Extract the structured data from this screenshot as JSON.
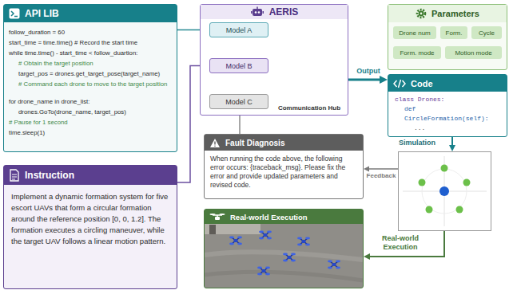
{
  "diagram": {
    "nodes": [
      {
        "text": [
          "API LIB",
          "follow_duration = 60",
          "start_time = time.time()  # Record the start time",
          "while time.time() - start_time < follow_duartion:",
          "# Obtain the target position",
          "target_pos = drones.get_target_pose(target_name)",
          "# Command each drone to move to the target position",
          "for drone_name in drone_list:",
          "drones.GoTo(drone_name, target_pos)",
          "# Pause for 1 second",
          "time.sleep(1)"
        ]
      },
      {
        "text": [
          "Instruction",
          "Implement a dynamic formation system for five escort UAVs that form a circular formation around the reference position [0, 0, 1.2]. The formation executes a circling maneuver, while the target UAV follows a linear motion pattern."
        ]
      },
      {
        "text": [
          "AERIS"
        ]
      },
      {
        "text": [
          "Model A"
        ],
        "in": 2
      },
      {
        "text": [
          "Model B"
        ],
        "in": 2
      },
      {
        "text": [
          "Model C"
        ],
        "in": 2
      },
      {
        "text": [
          "Parameters"
        ]
      },
      {
        "text": [
          "Drone num"
        ],
        "in": 6
      },
      {
        "text": [
          "Form."
        ],
        "in": 6
      },
      {
        "text": [
          "Cycle"
        ],
        "in": 6
      },
      {
        "text": [
          "Form. mode"
        ],
        "in": 6
      },
      {
        "text": [
          "Motion mode"
        ],
        "in": 6
      },
      {
        "text": [
          "Code",
          "class Drones:",
          "def CircleFormation(self):",
          "..."
        ]
      },
      {
        "text": [
          "Fault Diagnosis",
          "When running the code above, the following error occurs: {traceback_msg}. Please fix the error and provide updated parameters and revised code."
        ]
      },
      {
        "text": [
          "Simulation"
        ]
      },
      {
        "text": [
          "Real-world Execution"
        ]
      }
    ],
    "edges": [
      {
        "from": 0,
        "to": 3,
        "arrow": "to"
      },
      {
        "from": 1,
        "to": 4,
        "arrow": "to"
      },
      {
        "from": 2,
        "to": 12,
        "label": "Output",
        "arrow": "to"
      },
      {
        "from": 12,
        "to": 14,
        "arrow": "to"
      },
      {
        "from": 14,
        "to": 13,
        "label": "Feedback",
        "arrow": "to"
      },
      {
        "from": 13,
        "to": 5,
        "arrow": "to"
      },
      {
        "from": 14,
        "to": 15,
        "label": "Real-world Execution",
        "arrow": "to"
      }
    ],
    "labels": [
      "Communication Hub"
    ]
  }
}
